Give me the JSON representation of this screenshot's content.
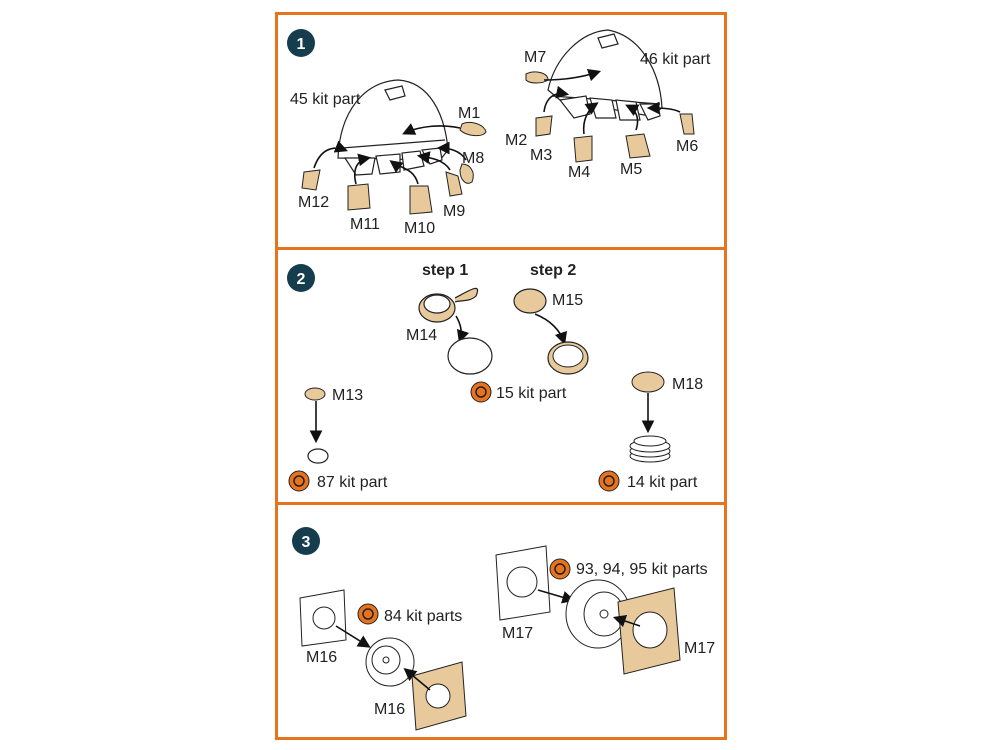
{
  "steps": [
    {
      "number": "1",
      "labels": {
        "kit45": "45 kit part",
        "kit46": "46 kit part",
        "m1": "M1",
        "m2": "M2",
        "m3": "M3",
        "m4": "M4",
        "m5": "M5",
        "m6": "M6",
        "m7": "M7",
        "m8": "M8",
        "m9": "M9",
        "m10": "M10",
        "m11": "M11",
        "m12": "M12"
      }
    },
    {
      "number": "2",
      "labels": {
        "step1": "step 1",
        "step2": "step 2",
        "m13": "M13",
        "m14": "M14",
        "m15": "M15",
        "m18": "M18",
        "kit15": "15 kit part",
        "kit87": "87 kit part",
        "kit14": "14 kit part"
      }
    },
    {
      "number": "3",
      "labels": {
        "kit84": "84 kit parts",
        "kit9395": "93, 94, 95 kit parts",
        "m16a": "M16",
        "m16b": "M16",
        "m17a": "M17",
        "m17b": "M17"
      }
    }
  ],
  "colors": {
    "frame": "#e8731f",
    "mask": "#e8c99b",
    "badge": "#153d4d",
    "kitIcon": "#e8731f"
  }
}
